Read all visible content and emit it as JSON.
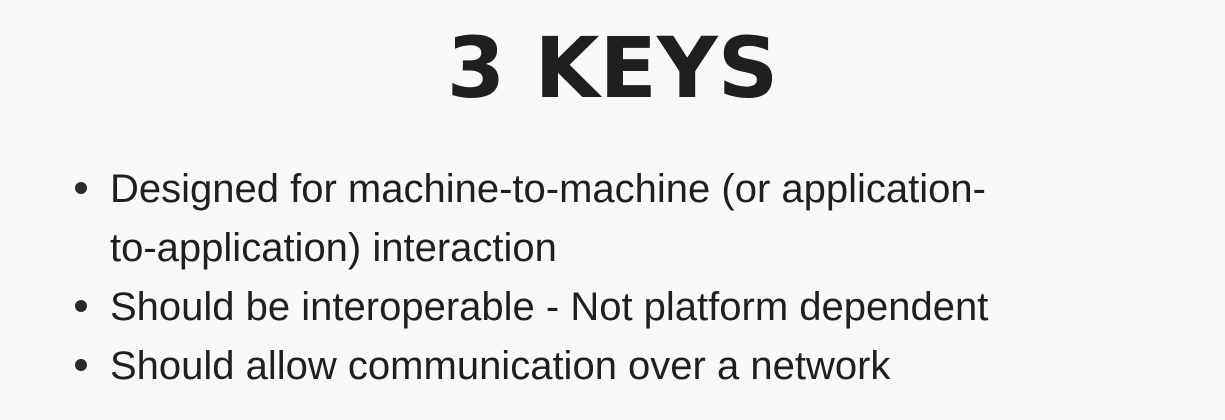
{
  "slide": {
    "title": "3 KEYS",
    "bullets": [
      {
        "line1": "Designed for machine-to-machine (or application-",
        "line2": "to-application) interaction"
      },
      {
        "text": "Should be interoperable - Not platform dependent"
      },
      {
        "text": "Should allow communication over a network"
      }
    ]
  },
  "colors": {
    "background": "#f8f8f8",
    "text": "#1f1f1f"
  }
}
